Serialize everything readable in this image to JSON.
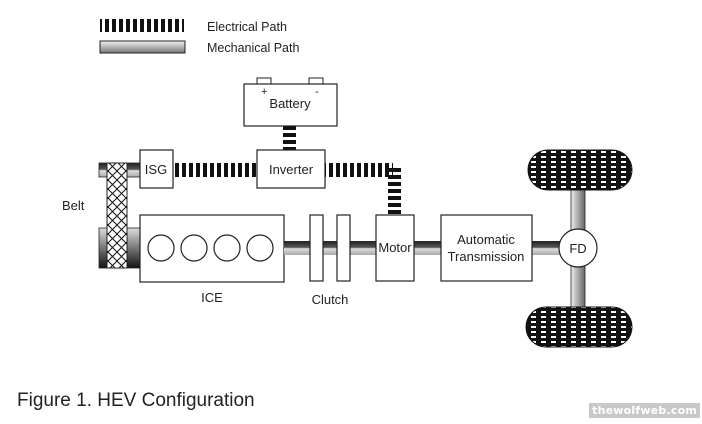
{
  "legend": {
    "electrical": "Electrical Path",
    "mechanical": "Mechanical Path"
  },
  "components": {
    "battery": "Battery",
    "battery_plus": "+",
    "battery_minus": "-",
    "inverter": "Inverter",
    "isg": "ISG",
    "belt": "Belt",
    "ice": "ICE",
    "clutch": "Clutch",
    "motor": "Motor",
    "transmission_line1": "Automatic",
    "transmission_line2": "Transmission",
    "fd": "FD"
  },
  "caption": "Figure 1.  HEV Configuration",
  "watermark": "thewolfweb.com"
}
